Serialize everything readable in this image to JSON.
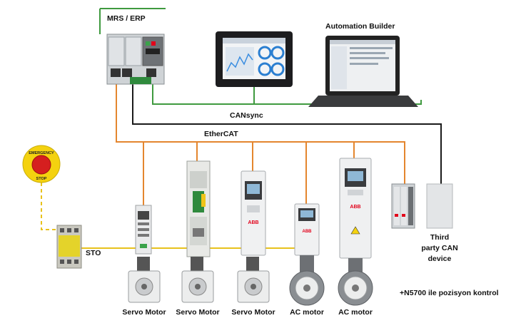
{
  "labels": {
    "mrs_erp": "MRS / ERP",
    "automation_builder": "Automation Builder",
    "cansync": "CANsync",
    "ethercat": "EtherCAT",
    "sto": "STO",
    "third_party_line1": "Third",
    "third_party_line2": "party CAN",
    "third_party_line3": "device",
    "positioning_note": "+N5700 ile pozisyon kontrol",
    "motor1": "Servo Motor",
    "motor2": "Servo Motor",
    "motor3": "Servo Motor",
    "motor4": "AC motor",
    "motor5": "AC motor",
    "emergency_top": "EMERGENCY",
    "emergency_bottom": "STOP",
    "abb_logo": "ABB"
  },
  "colors": {
    "ethercat_line": "#e4862e",
    "green_line": "#3f9a3f",
    "sto_line": "#e8c21c",
    "can_line": "#1a1a1a",
    "sto_dashed": "#e8c21c",
    "abb_red": "#e2001a"
  },
  "icons": {
    "controller": "plc-controller-icon",
    "hmi": "touch-panel-icon",
    "laptop": "laptop-icon",
    "estop": "emergency-stop-icon",
    "safety": "safety-relay-icon",
    "drive": "drive-unit-icon",
    "motor": "motor-icon",
    "io": "io-module-icon"
  }
}
